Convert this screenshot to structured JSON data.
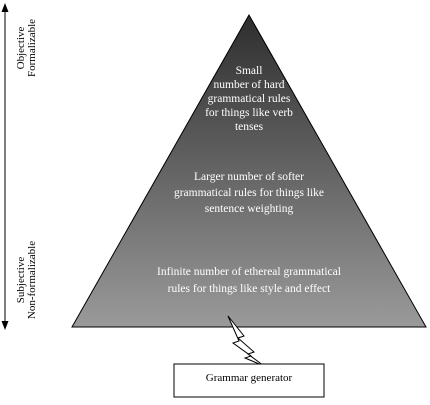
{
  "axis": {
    "top_line1": "Objective",
    "top_line2": "Formalizable",
    "bottom_line1": "Subjective",
    "bottom_line2": "Non-formalizable"
  },
  "pyramid": {
    "tiers": [
      {
        "lines": [
          "Small",
          "number of hard",
          "grammatical rules",
          "for things like verb",
          "tenses"
        ]
      },
      {
        "lines": [
          "Larger number of softer",
          "grammatical rules for things like",
          "sentence weighting"
        ]
      },
      {
        "lines": [
          "Infinite number of ethereal grammatical",
          "rules for things like style and effect"
        ]
      }
    ],
    "gradient_top": "#2e2e2e",
    "gradient_bottom": "#9a9a9a"
  },
  "generator": {
    "label": "Grammar generator"
  }
}
